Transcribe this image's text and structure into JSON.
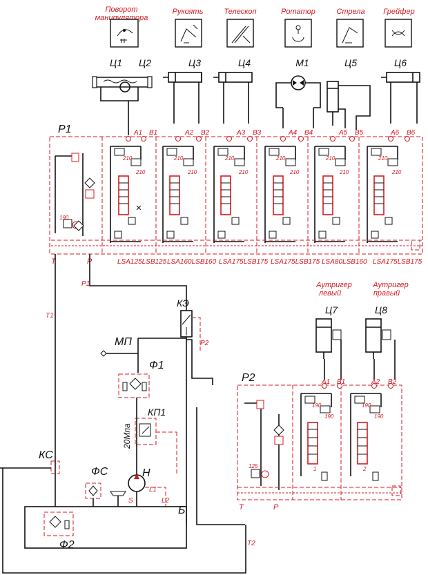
{
  "top_functions": [
    {
      "title": "Поворот манипулятора",
      "lines": [
        "Поворот",
        "манипулятора"
      ],
      "icon": "rotation-icon"
    },
    {
      "title": "Рукоять",
      "lines": [
        "Рукоять"
      ],
      "icon": "arm-icon"
    },
    {
      "title": "Телескоп",
      "lines": [
        "Телескоп"
      ],
      "icon": "telescope-icon"
    },
    {
      "title": "Ротатор",
      "lines": [
        "Ротатор"
      ],
      "icon": "rotator-icon"
    },
    {
      "title": "Стрела",
      "lines": [
        "Стрела"
      ],
      "icon": "boom-icon"
    },
    {
      "title": "Грейфер",
      "lines": [
        "Грейфер"
      ],
      "icon": "grapple-icon"
    }
  ],
  "actuators": [
    "Ц1",
    "Ц2",
    "Ц3",
    "Ц4",
    "М1",
    "Ц5",
    "Ц6"
  ],
  "p1": {
    "label": "Р1",
    "ports": [
      [
        "А1",
        "В1"
      ],
      [
        "А2",
        "В2"
      ],
      [
        "А3",
        "В3"
      ],
      [
        "А4",
        "В4"
      ],
      [
        "А5",
        "В5"
      ],
      [
        "А6",
        "В6"
      ]
    ],
    "relief": "210",
    "inlet_relief": "190",
    "t_label": "T",
    "p_label": "P",
    "ls_bottom": [
      {
        "a": "LSA",
        "av": "125",
        "b": "LSB",
        "bv": "125"
      },
      {
        "a": "LSA",
        "av": "160",
        "b": "LSB",
        "bv": "160"
      },
      {
        "a": "LSA",
        "av": "175",
        "b": "LSB",
        "bv": "175"
      },
      {
        "a": "LSA",
        "av": "175",
        "b": "LSB",
        "bv": "175"
      },
      {
        "a": "LSA",
        "av": "80",
        "b": "LSB",
        "bv": "160"
      },
      {
        "a": "LSA",
        "av": "175",
        "b": "LSB",
        "bv": "175"
      }
    ]
  },
  "lines": {
    "p1": "P1",
    "t1": "T1",
    "p2": "P2",
    "t2": "T2",
    "l1": "L1",
    "l2": "L2",
    "s": "S"
  },
  "components": {
    "ke": "КЭ",
    "mp": "МП",
    "f1": "Ф1",
    "kp1": "КП1",
    "kp1_pressure": "20Мпа",
    "n": "Н",
    "ks": "КС",
    "fs": "ФС",
    "f2": "Ф2",
    "tank": "Б"
  },
  "outriggers": [
    {
      "title_lines": [
        "Аутригер",
        "левый"
      ],
      "cyl": "Ц7"
    },
    {
      "title_lines": [
        "Аутригер",
        "правый"
      ],
      "cyl": "Ц8"
    }
  ],
  "p2": {
    "label": "Р2",
    "ports": [
      [
        "А1",
        "В1"
      ],
      [
        "А2",
        "В2"
      ]
    ],
    "relief": "190",
    "inlet_relief": "125",
    "t_label": "T",
    "p_label": "P",
    "sections": [
      "1",
      "2"
    ]
  }
}
